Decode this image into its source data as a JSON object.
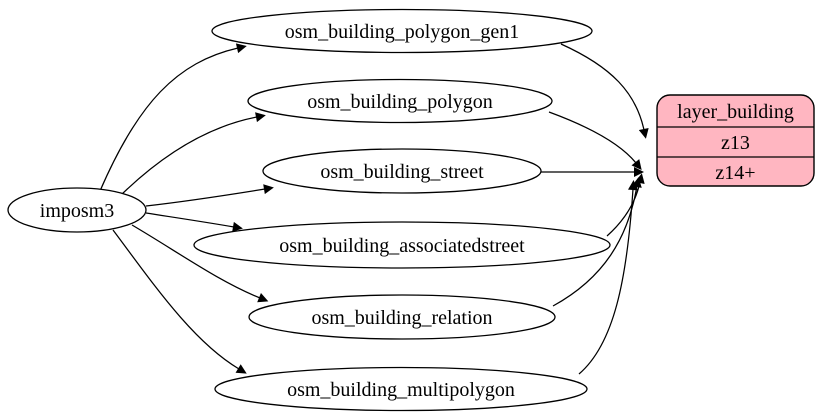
{
  "diagram": {
    "description": "ETL dependency graph for the building layer",
    "colors": {
      "background": "#ffffff",
      "table_node_fill": "#ffffff",
      "layer_node_fill": "#ffb6c1",
      "stroke": "#000000",
      "text": "#000000"
    },
    "nodes": {
      "source": {
        "label": "imposm3"
      },
      "tables": [
        {
          "id": "osm_building_polygon_gen1",
          "label": "osm_building_polygon_gen1"
        },
        {
          "id": "osm_building_polygon",
          "label": "osm_building_polygon"
        },
        {
          "id": "osm_building_street",
          "label": "osm_building_street"
        },
        {
          "id": "osm_building_associatedstreet",
          "label": "osm_building_associatedstreet"
        },
        {
          "id": "osm_building_relation",
          "label": "osm_building_relation"
        },
        {
          "id": "osm_building_multipolygon",
          "label": "osm_building_multipolygon"
        }
      ],
      "layer": {
        "title": "layer_building",
        "rows": [
          "z13",
          "z14+"
        ]
      }
    },
    "edges": [
      {
        "from": "imposm3",
        "to": "osm_building_polygon_gen1"
      },
      {
        "from": "imposm3",
        "to": "osm_building_polygon"
      },
      {
        "from": "imposm3",
        "to": "osm_building_street"
      },
      {
        "from": "imposm3",
        "to": "osm_building_associatedstreet"
      },
      {
        "from": "imposm3",
        "to": "osm_building_relation"
      },
      {
        "from": "imposm3",
        "to": "osm_building_multipolygon"
      },
      {
        "from": "osm_building_polygon_gen1",
        "to": "layer_building:z13"
      },
      {
        "from": "osm_building_polygon",
        "to": "layer_building:z14+"
      },
      {
        "from": "osm_building_street",
        "to": "layer_building:z14+"
      },
      {
        "from": "osm_building_associatedstreet",
        "to": "layer_building:z14+"
      },
      {
        "from": "osm_building_relation",
        "to": "layer_building:z14+"
      },
      {
        "from": "osm_building_multipolygon",
        "to": "layer_building:z14+"
      }
    ]
  }
}
